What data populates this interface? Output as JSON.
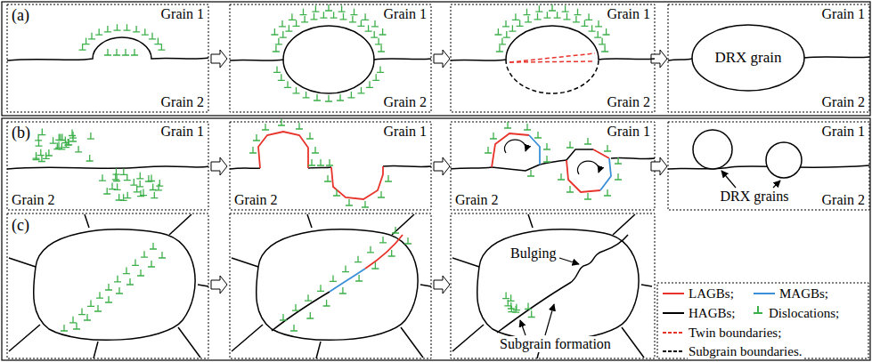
{
  "diagram": {
    "nodes": [
      {
        "text": [
          "DRX grain"
        ]
      }
    ],
    "labels": [
      "(a)",
      "Grain 1",
      "Grain 2",
      "Grain 1",
      "Grain 2",
      "Grain 1",
      "Grain 2",
      "Grain 1",
      "Grain 2",
      "(b)",
      "Grain 1",
      "Grain 2",
      "Grain 1",
      "Grain 2",
      "Grain 1",
      "Grain 2",
      "Grain 1",
      "Grain 2",
      "DRX grains",
      "(c)",
      "Bulging",
      "Subgrain formation"
    ],
    "legend": [
      {
        "text": "LAGBs;"
      },
      {
        "text": "MAGBs;"
      },
      {
        "text": "HAGBs;"
      },
      {
        "text": "Dislocations;"
      },
      {
        "text": "Twin boundaries;"
      },
      {
        "text": "Subgrain boundaries."
      }
    ]
  }
}
